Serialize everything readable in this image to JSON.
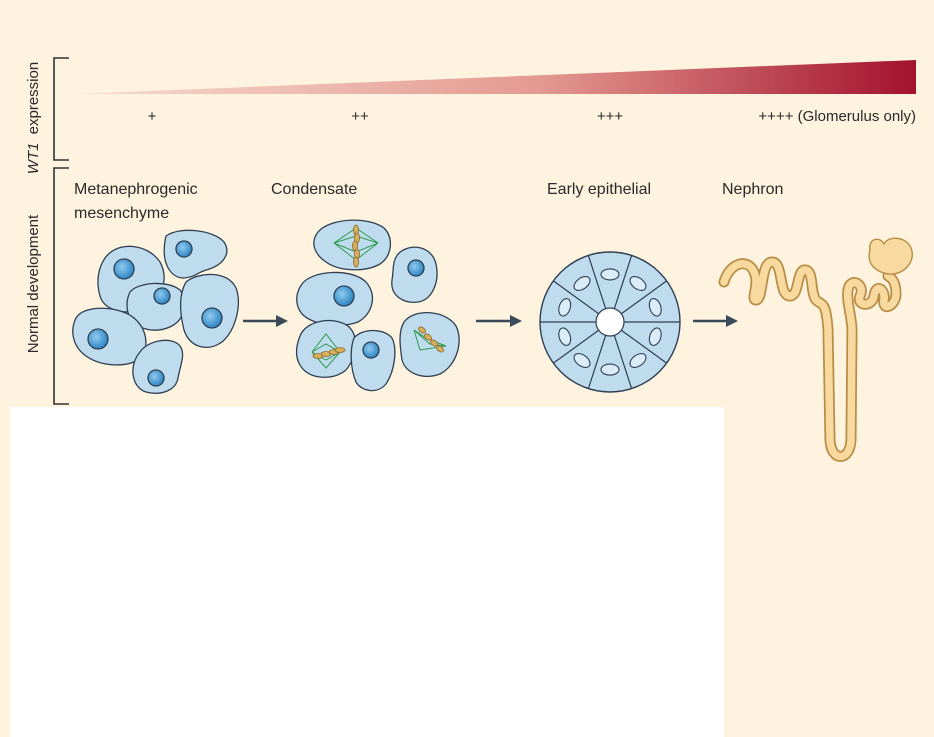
{
  "y_axis": {
    "expression_gene": "WT1",
    "expression_word": "expression",
    "development_label": "Normal development"
  },
  "expression_levels": [
    "+",
    "++",
    "+++",
    "++++ (Glomerulus only)"
  ],
  "stages": [
    {
      "line1": "Metanephrogenic",
      "line2": "mesenchyme"
    },
    {
      "line1": "Condensate",
      "line2": ""
    },
    {
      "line1": "Early epithelial",
      "line2": ""
    },
    {
      "line1": "Nephron",
      "line2": ""
    }
  ],
  "colors": {
    "background": "#fdf3df",
    "gradient_start": "#f3c9b8",
    "gradient_end": "#a3122b",
    "cell_fill": "#bfdcef",
    "cell_stroke": "#2f3f52",
    "nucleus_fill": "#4aa3d6",
    "spindle": "#2f9a4d",
    "chromosome": "#d7ae5c",
    "nephron_fill": "#f8d9a0",
    "nephron_stroke": "#b98d45",
    "arrow": "#3b4a58"
  }
}
